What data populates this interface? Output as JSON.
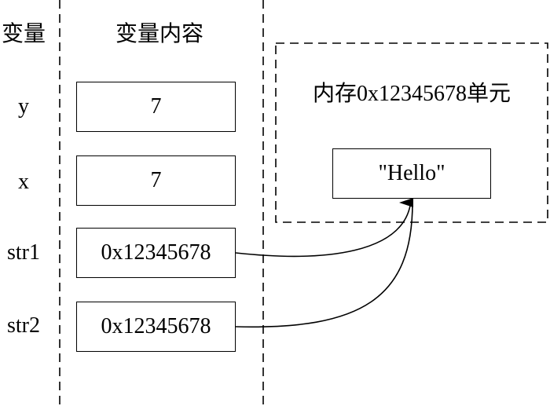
{
  "headers": {
    "variable": "变量",
    "content": "变量内容"
  },
  "variables": [
    {
      "name": "y",
      "value": "7"
    },
    {
      "name": "x",
      "value": "7"
    },
    {
      "name": "str1",
      "value": "0x12345678"
    },
    {
      "name": "str2",
      "value": "0x12345678"
    }
  ],
  "memory": {
    "title": "内存0x12345678单元",
    "value": "\"Hello\""
  }
}
